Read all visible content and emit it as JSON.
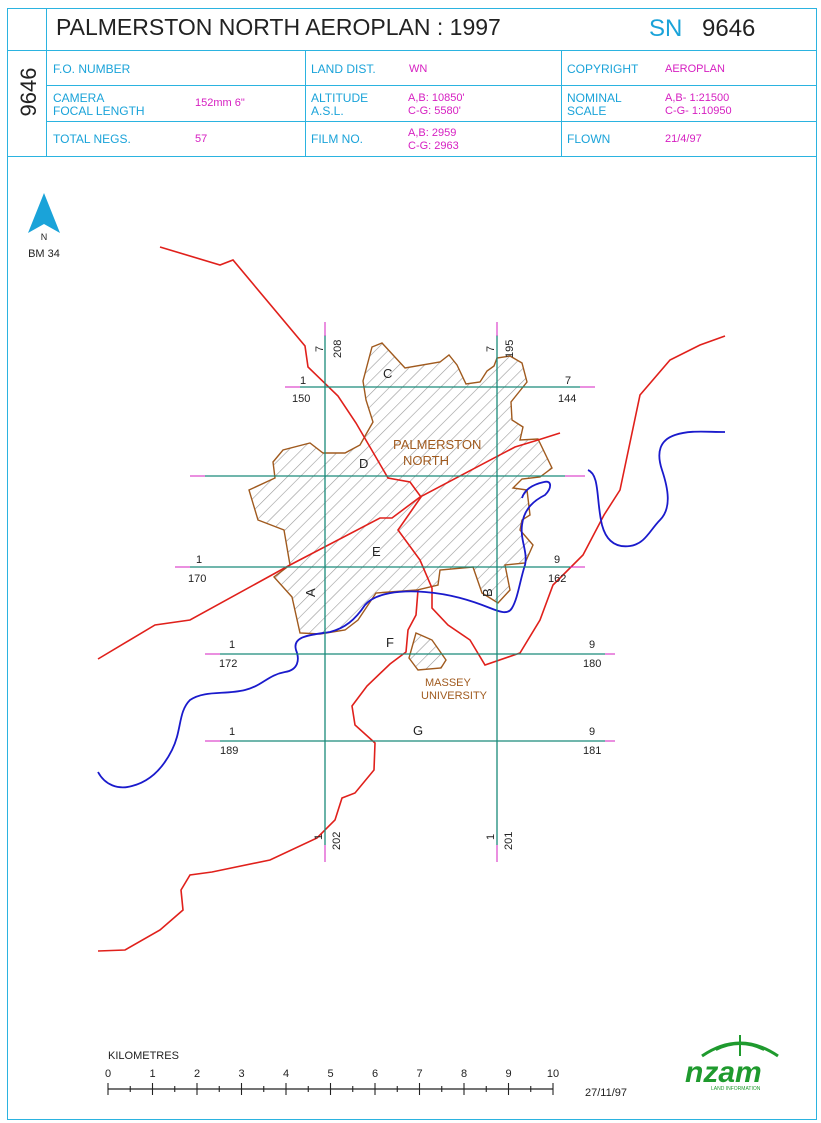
{
  "header": {
    "title": "PALMERSTON NORTH AEROPLAN : 1997",
    "sn_label": "SN",
    "sn_value": "9646",
    "side_id": "9646"
  },
  "fields": {
    "fo_number": {
      "label": "F.O. NUMBER",
      "value": ""
    },
    "land_dist": {
      "label": "LAND DIST.",
      "value": "WN"
    },
    "copyright": {
      "label": "COPYRIGHT",
      "value": "AEROPLAN"
    },
    "camera": {
      "label1": "CAMERA",
      "label2": "FOCAL LENGTH",
      "value": "152mm 6\""
    },
    "altitude": {
      "label1": "ALTITUDE",
      "label2": "A.S.L.",
      "value1": "A,B: 10850'",
      "value2": "C-G: 5580'"
    },
    "nominal": {
      "label1": "NOMINAL",
      "label2": "SCALE",
      "value1": "A,B- 1:21500",
      "value2": "C-G- 1:10950"
    },
    "total_negs": {
      "label": "TOTAL NEGS.",
      "value": "57"
    },
    "film_no": {
      "label": "FILM NO.",
      "value1": "A,B: 2959",
      "value2": "C-G: 2963"
    },
    "flown": {
      "label": "FLOWN",
      "value": "21/4/97"
    }
  },
  "map": {
    "north_label": "N",
    "benchmark": "BM 34",
    "city_label_1": "PALMERSTON",
    "city_label_2": "NORTH",
    "univ_label_1": "MASSEY",
    "univ_label_2": "UNIVERSITY",
    "colors": {
      "road": "#e0201b",
      "river": "#1a1acc",
      "urban": "#a05a1e",
      "flight": "#1a8a7a",
      "tick": "#d61fc1",
      "label": "#a05a1e"
    },
    "run_letters": {
      "a": "A",
      "b": "B",
      "c": "C",
      "d": "D",
      "e": "E",
      "f": "F",
      "g": "G"
    },
    "run_numbers": {
      "v208_a": "7",
      "v208_b": "208",
      "v195_a": "7",
      "v195_b": "195",
      "c_left_a": "1",
      "c_left_b": "150",
      "c_right_a": "7",
      "c_right_b": "144",
      "e_left_a": "1",
      "e_left_b": "170",
      "e_right_a": "9",
      "e_right_b": "162",
      "f_left_a": "1",
      "f_left_b": "172",
      "f_right_a": "9",
      "f_right_b": "180",
      "g_left_a": "1",
      "g_left_b": "189",
      "g_right_a": "9",
      "g_right_b": "181",
      "v202_a": "1",
      "v202_b": "202",
      "v201_a": "1",
      "v201_b": "201"
    }
  },
  "scale": {
    "title": "KILOMETRES",
    "ticks": [
      "0",
      "1",
      "2",
      "3",
      "4",
      "5",
      "6",
      "7",
      "8",
      "9",
      "10"
    ],
    "date": "27/11/97"
  },
  "logo": {
    "text": "nzam",
    "sub": "LAND INFORMATION",
    "color": "#1f9a2e"
  }
}
